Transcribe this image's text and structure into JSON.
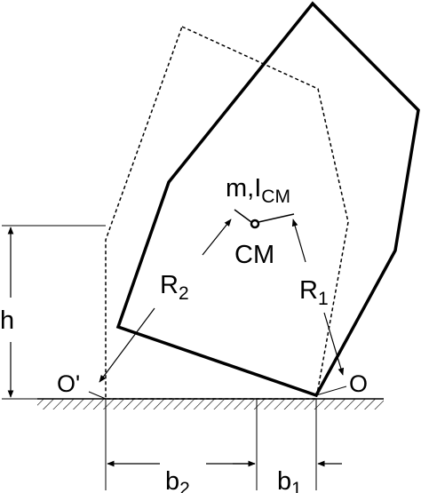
{
  "labels": {
    "mass_inertia": "m,I",
    "mass_inertia_sub": "CM",
    "center_of_mass": "CM",
    "r2_main": "R",
    "r2_sub": "2",
    "r1_main": "R",
    "r1_sub": "1",
    "height": "h",
    "pivot_prime": "O'",
    "pivot": "O",
    "b2_main": "b",
    "b2_sub": "2",
    "b1_main": "b",
    "b1_sub": "1"
  }
}
